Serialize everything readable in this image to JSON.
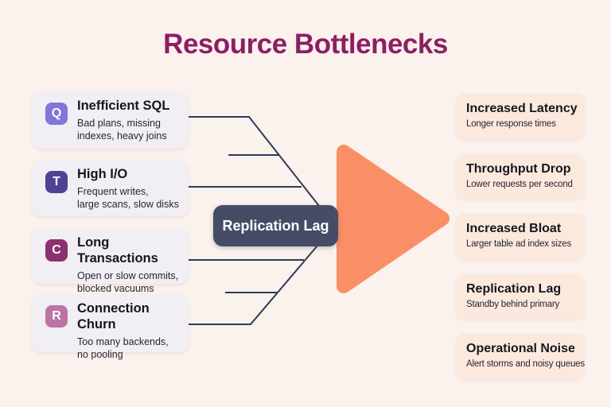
{
  "title": "Resource Bottlenecks",
  "colors": {
    "page-bg": "#FBF1ED",
    "title": "#8B1F61",
    "cause-card-bg": "#F1EEF4",
    "effect-card-bg": "#FBE9DD",
    "line": "#2E3A59",
    "center-box-bg": "#474C66",
    "center-box-text": "#FFFFFF",
    "arrow": "#F98F66",
    "heading-text": "#16161E",
    "body-text": "#26262E"
  },
  "causes": [
    {
      "badge": "Q",
      "badge_color": "#8276D8",
      "title": "Inefficient SQL",
      "desc": "Bad plans, missing\nindexes, heavy joins"
    },
    {
      "badge": "T",
      "badge_color": "#4F4294",
      "title": "High I/O",
      "desc": "Frequent writes,\nlarge scans, slow disks"
    },
    {
      "badge": "C",
      "badge_color": "#8C316F",
      "title": "Long Transactions",
      "desc": "Open or slow commits,\nblocked vacuums"
    },
    {
      "badge": "R",
      "badge_color": "#BC74A5",
      "title": "Connection Churn",
      "desc": "Too many backends,\nno pooling"
    }
  ],
  "center": {
    "label": "Replication Lag"
  },
  "effects": [
    {
      "title": "Increased Latency",
      "desc": "Longer response times"
    },
    {
      "title": "Throughput Drop",
      "desc": "Lower requests per second"
    },
    {
      "title": "Increased Bloat",
      "desc": "Larger table ad index sizes"
    },
    {
      "title": "Replication Lag",
      "desc": "Standby behind primary"
    },
    {
      "title": "Operational Noise",
      "desc": "Alert storms and noisy queues"
    }
  ]
}
